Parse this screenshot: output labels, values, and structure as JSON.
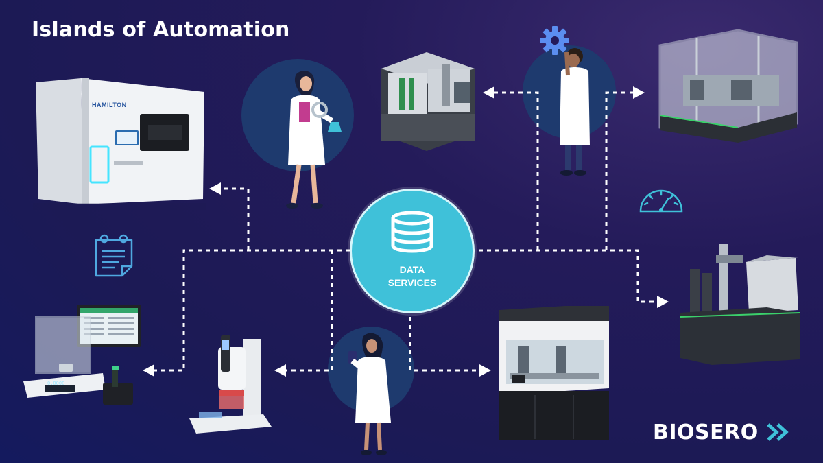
{
  "title": "Islands of Automation",
  "hub": {
    "line1": "DATA",
    "line2": "SERVICES"
  },
  "instruments": {
    "hamilton_brand": "HAMILTON",
    "balance_readout": "0.0000"
  },
  "brand": {
    "name": "BIOSERO"
  },
  "colors": {
    "background": "#1c1a55",
    "hub": "#3fc1d9",
    "connector": "#ffffff",
    "icon_outline": "#4fa8e0",
    "person_disc": "#1e3a6e",
    "gear": "#5b8ef0"
  },
  "icons": [
    "gear-icon",
    "gauge-icon",
    "notepad-icon",
    "database-icon",
    "chevrons-icon"
  ]
}
